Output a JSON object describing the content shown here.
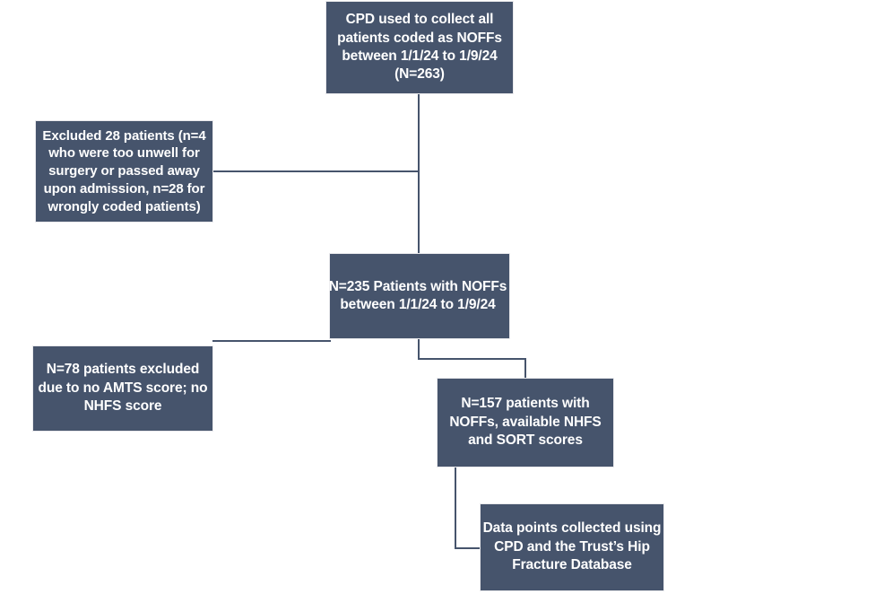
{
  "diagram": {
    "title": "NOFF patient selection flowchart",
    "box_fill": "#46546c",
    "text_color": "#ffffff",
    "line_color": "#46546c",
    "background": "#ffffff"
  },
  "nodes": {
    "source_cohort": {
      "text": "CPD used to collect all patients coded as NOFFs between 1/1/24 to 1/9/24 (N=263)"
    },
    "excluded_28": {
      "text": "Excluded 28 patients (n=4 who were too unwell for surgery or passed away upon admission, n=28 for wrongly coded patients)"
    },
    "cohort_235": {
      "text": "N=235 Patients with NOFFs between 1/1/24 to 1/9/24"
    },
    "excluded_78": {
      "text": "N=78 patients excluded due to no AMTS score; no NHFS score"
    },
    "cohort_157": {
      "text": "N=157 patients with NOFFs, available NHFS and SORT scores"
    },
    "data_points": {
      "text": "Data points collected using CPD and the Trust’s Hip Fracture Database"
    }
  }
}
